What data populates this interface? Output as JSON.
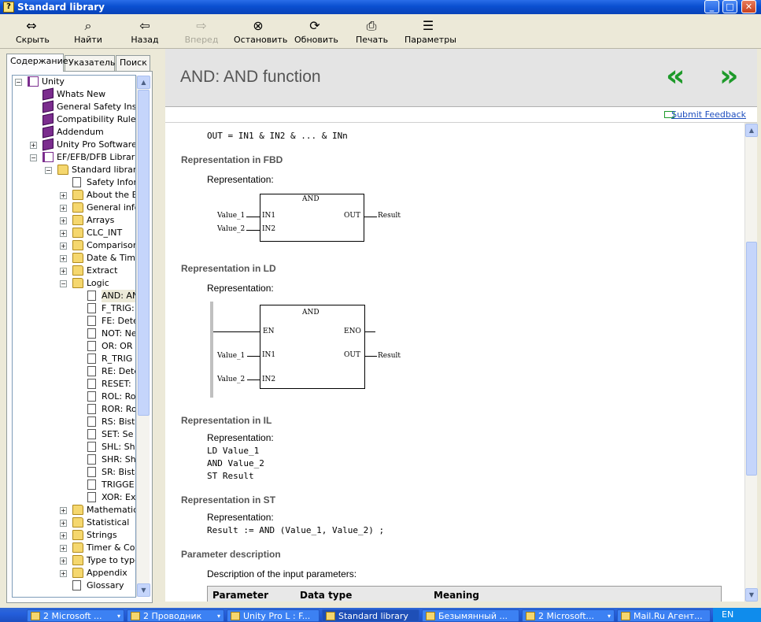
{
  "window": {
    "title": "Standard library",
    "minimize": "_",
    "maximize": "□",
    "close": "✕"
  },
  "toolbar": [
    {
      "label": "Скрыть",
      "icon": "hide-icon",
      "glyph": "⇔"
    },
    {
      "label": "Найти",
      "icon": "find-icon",
      "glyph": "⌕"
    },
    {
      "label": "Назад",
      "icon": "back-arrow-icon",
      "glyph": "⇦"
    },
    {
      "label": "Вперед",
      "icon": "forward-arrow-icon",
      "glyph": "⇨"
    },
    {
      "label": "Остановить",
      "icon": "stop-icon",
      "glyph": "⊗"
    },
    {
      "label": "Обновить",
      "icon": "refresh-icon",
      "glyph": "⟳"
    },
    {
      "label": "Печать",
      "icon": "print-icon",
      "glyph": "⎙"
    },
    {
      "label": "Параметры",
      "icon": "options-icon",
      "glyph": "☰"
    }
  ],
  "tabs": [
    "Содержание",
    "Указатель",
    "Поиск"
  ],
  "tree": [
    {
      "label": "Unity",
      "icon": "openbook",
      "level": 0,
      "exp": "−"
    },
    {
      "label": "Whats New",
      "icon": "book",
      "level": 1,
      "exp": ""
    },
    {
      "label": "General Safety Instru",
      "icon": "book",
      "level": 1,
      "exp": ""
    },
    {
      "label": "Compatibility Rules",
      "icon": "book",
      "level": 1,
      "exp": ""
    },
    {
      "label": "Addendum",
      "icon": "book",
      "level": 1,
      "exp": ""
    },
    {
      "label": "Unity Pro Software",
      "icon": "book",
      "level": 1,
      "exp": "+"
    },
    {
      "label": "EF/EFB/DFB Librarie",
      "icon": "openbook",
      "level": 1,
      "exp": "−"
    },
    {
      "label": "Standard library",
      "icon": "folder",
      "level": 2,
      "exp": "−"
    },
    {
      "label": "Safety Inform",
      "icon": "page",
      "level": 3,
      "exp": ""
    },
    {
      "label": "About the Bo",
      "icon": "folder",
      "level": 3,
      "exp": "+"
    },
    {
      "label": "General infor",
      "icon": "folder",
      "level": 3,
      "exp": "+"
    },
    {
      "label": "Arrays",
      "icon": "folder",
      "level": 3,
      "exp": "+"
    },
    {
      "label": "CLC_INT",
      "icon": "folder",
      "level": 3,
      "exp": "+"
    },
    {
      "label": "Comparison",
      "icon": "folder",
      "level": 3,
      "exp": "+"
    },
    {
      "label": "Date & Time",
      "icon": "folder",
      "level": 3,
      "exp": "+"
    },
    {
      "label": "Extract",
      "icon": "folder",
      "level": 3,
      "exp": "+"
    },
    {
      "label": "Logic",
      "icon": "folder",
      "level": 3,
      "exp": "−"
    },
    {
      "label": "AND: AN",
      "icon": "page",
      "level": 4,
      "exp": "",
      "selected": true
    },
    {
      "label": "F_TRIG:",
      "icon": "page",
      "level": 4,
      "exp": ""
    },
    {
      "label": "FE: Dete",
      "icon": "page",
      "level": 4,
      "exp": ""
    },
    {
      "label": "NOT: Ne",
      "icon": "page",
      "level": 4,
      "exp": ""
    },
    {
      "label": "OR: OR",
      "icon": "page",
      "level": 4,
      "exp": ""
    },
    {
      "label": "R_TRIG",
      "icon": "page",
      "level": 4,
      "exp": ""
    },
    {
      "label": "RE: Dete",
      "icon": "page",
      "level": 4,
      "exp": ""
    },
    {
      "label": "RESET:",
      "icon": "page",
      "level": 4,
      "exp": ""
    },
    {
      "label": "ROL: Ro",
      "icon": "page",
      "level": 4,
      "exp": ""
    },
    {
      "label": "ROR: Ro",
      "icon": "page",
      "level": 4,
      "exp": ""
    },
    {
      "label": "RS: Bista",
      "icon": "page",
      "level": 4,
      "exp": ""
    },
    {
      "label": "SET: Se",
      "icon": "page",
      "level": 4,
      "exp": ""
    },
    {
      "label": "SHL: Sh",
      "icon": "page",
      "level": 4,
      "exp": ""
    },
    {
      "label": "SHR: Sh",
      "icon": "page",
      "level": 4,
      "exp": ""
    },
    {
      "label": "SR: Bista",
      "icon": "page",
      "level": 4,
      "exp": ""
    },
    {
      "label": "TRIGGE",
      "icon": "page",
      "level": 4,
      "exp": ""
    },
    {
      "label": "XOR: Ex",
      "icon": "page",
      "level": 4,
      "exp": ""
    },
    {
      "label": "Mathematics",
      "icon": "folder",
      "level": 3,
      "exp": "+"
    },
    {
      "label": "Statistical",
      "icon": "folder",
      "level": 3,
      "exp": "+"
    },
    {
      "label": "Strings",
      "icon": "folder",
      "level": 3,
      "exp": "+"
    },
    {
      "label": "Timer & Cour",
      "icon": "folder",
      "level": 3,
      "exp": "+"
    },
    {
      "label": "Type to type",
      "icon": "folder",
      "level": 3,
      "exp": "+"
    },
    {
      "label": "Appendix",
      "icon": "folder",
      "level": 3,
      "exp": "+"
    },
    {
      "label": "Glossary",
      "icon": "page",
      "level": 3,
      "exp": ""
    }
  ],
  "page": {
    "title": "AND: AND function",
    "prev": "«",
    "next": "»",
    "feedback": "Submit Feedback",
    "formula": "OUT = IN1 & IN2 & ... & INn",
    "fbd_heading": "Representation in FBD",
    "representation": "Representation:",
    "ld_heading": "Representation in LD",
    "il_heading": "Representation in IL",
    "il_code": [
      "LD Value_1",
      "AND Value_2",
      "ST Result"
    ],
    "st_heading": "Representation in ST",
    "st_code": "Result := AND (Value_1, Value_2) ;",
    "param_heading": "Parameter description",
    "param_text": "Description of the input parameters:",
    "table_headers": [
      "Parameter",
      "Data type",
      "Meaning"
    ]
  },
  "fbd": {
    "block": "AND",
    "in1": "IN1",
    "in2": "IN2",
    "out": "OUT",
    "v1": "Value_1",
    "v2": "Value_2",
    "result": "Result"
  },
  "ld": {
    "block": "AND",
    "en": "EN",
    "eno": "ENO",
    "in1": "IN1",
    "in2": "IN2",
    "out": "OUT",
    "v1": "Value_1",
    "v2": "Value_2",
    "result": "Result"
  },
  "taskbar": [
    {
      "label": "2 Microsoft ...",
      "dd": "▾"
    },
    {
      "label": "2 Проводник",
      "dd": "▾"
    },
    {
      "label": "Unity Pro L : F...",
      "dd": ""
    },
    {
      "label": "Standard library",
      "dd": "",
      "active": true
    },
    {
      "label": "Безымянный ...",
      "dd": ""
    },
    {
      "label": "2 Microsoft...",
      "dd": "▾"
    },
    {
      "label": "Mail.Ru Агент...",
      "dd": ""
    }
  ],
  "tray": {
    "lang": "EN"
  }
}
